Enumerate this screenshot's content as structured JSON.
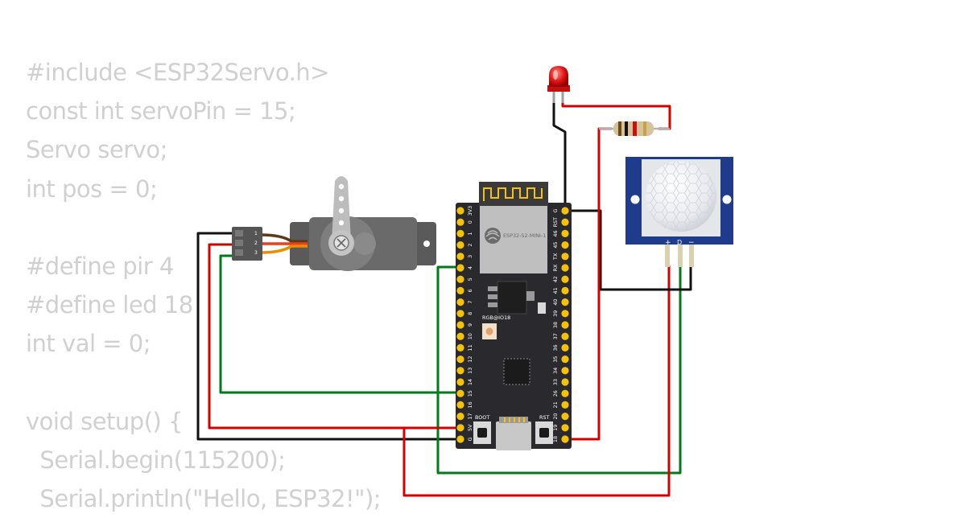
{
  "code_lines": [
    "#include <ESP32Servo.h>",
    "const int servoPin = 15;",
    "Servo servo;",
    "int pos = 0;",
    "",
    "#define pir 4",
    "#define led 18",
    "int val = 0;",
    "",
    "void setup() {",
    "  Serial.begin(115200);",
    "  Serial.println(\"Hello, ESP32!\");"
  ],
  "board": {
    "module_label": "ESP32-S2-MINI-1",
    "rgb_label": "RGB@IO18",
    "boot_label": "BOOT",
    "rst_label": "RST",
    "left_pins": [
      "3V3",
      "0",
      "1",
      "2",
      "3",
      "4",
      "5",
      "6",
      "7",
      "8",
      "9",
      "10",
      "11",
      "12",
      "13",
      "14",
      "15",
      "16",
      "17",
      "5V",
      "G"
    ],
    "right_pins": [
      "G",
      "RST",
      "46",
      "45",
      "TX",
      "RX",
      "42",
      "41",
      "40",
      "39",
      "38",
      "37",
      "36",
      "35",
      "34",
      "33",
      "26",
      "21",
      "20",
      "19",
      "18"
    ]
  },
  "pir": {
    "pin_labels": [
      "+",
      "D",
      "−"
    ]
  },
  "colors": {
    "red_wire": "#d40000",
    "black_wire": "#111111",
    "green_wire": "#007a1a",
    "pin_gold": "#f4c20d",
    "board": "#2a2a2e"
  }
}
